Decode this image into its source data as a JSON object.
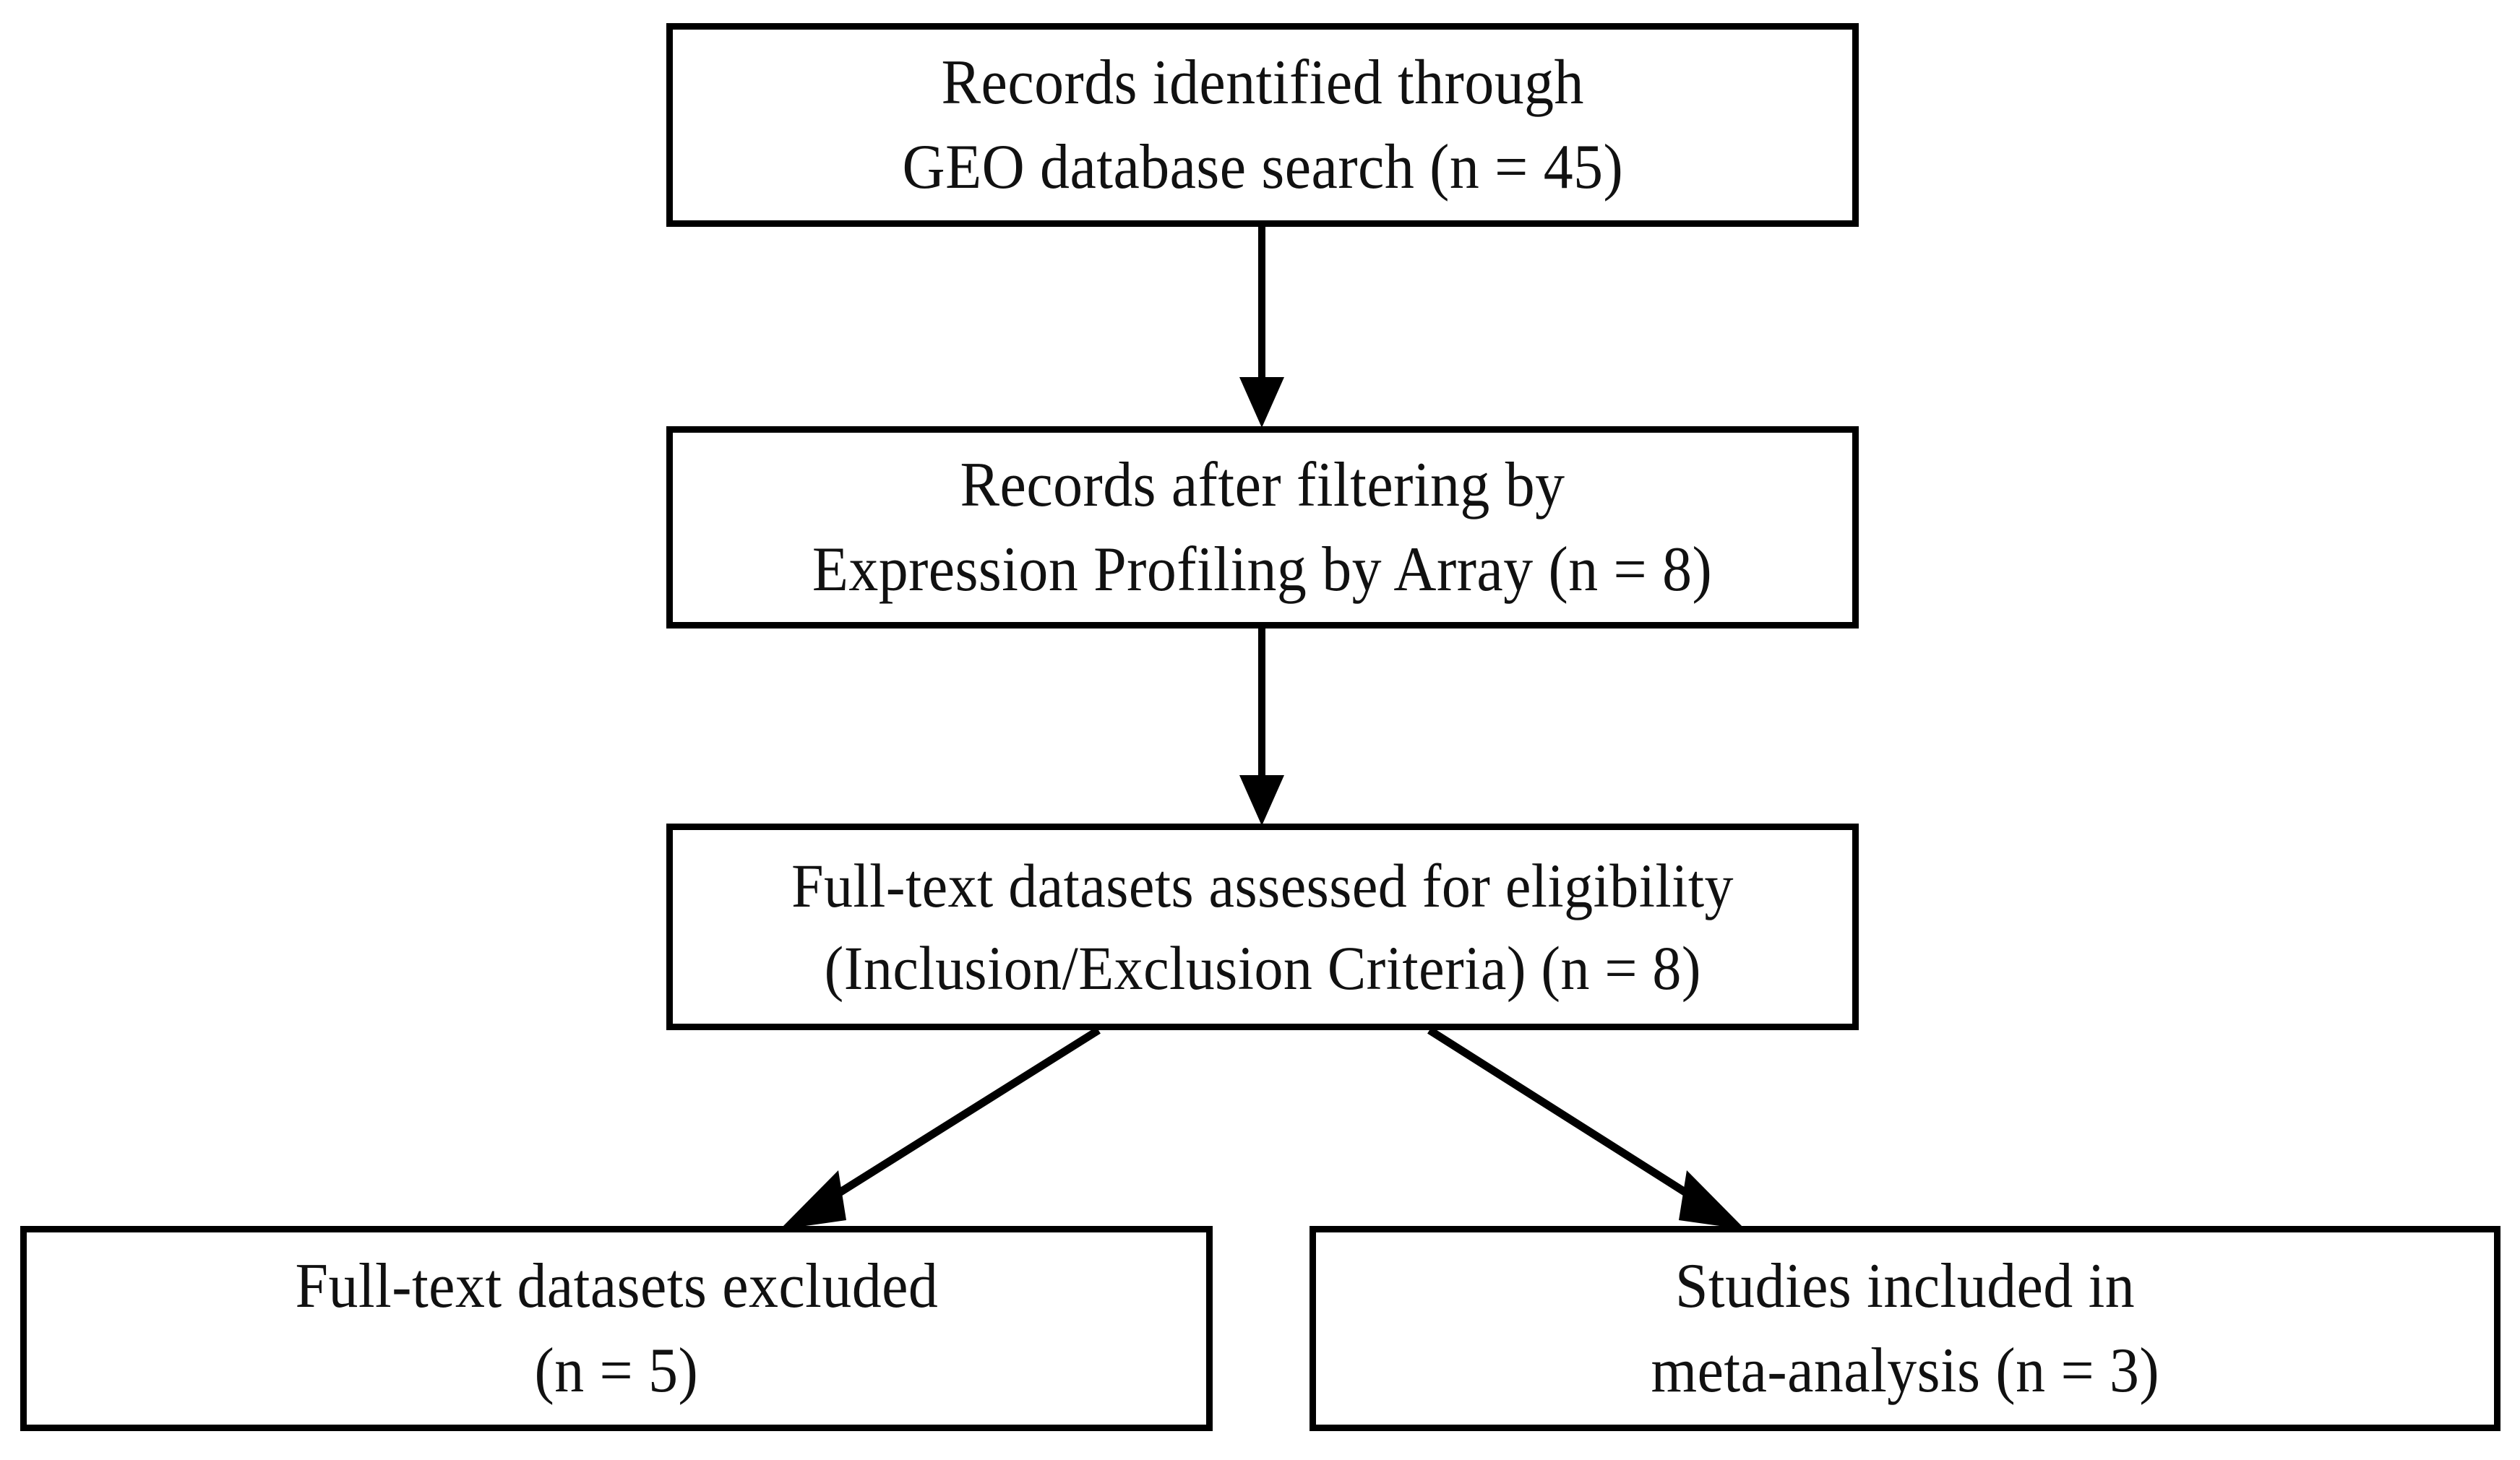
{
  "diagram": {
    "title": "PRISMA study selection flow diagram",
    "type": "flowchart",
    "background_color": "#ffffff",
    "line_color": "#000000",
    "text_color": "#111111",
    "nodes": [
      {
        "id": "identified",
        "line1": "Records identified through",
        "line2": "GEO database search (n = 45)",
        "count": 45
      },
      {
        "id": "filtered",
        "line1": "Records after filtering by",
        "line2": "Expression Profiling by Array (n = 8)",
        "count": 8
      },
      {
        "id": "eligibility",
        "line1": "Full-text datasets assessed for eligibility",
        "line2": "(Inclusion/Exclusion Criteria) (n = 8)",
        "count": 8
      },
      {
        "id": "excluded",
        "line1": "Full-text datasets excluded",
        "line2": "(n = 5)",
        "count": 5
      },
      {
        "id": "included",
        "line1": "Studies included in",
        "line2": "meta-analysis (n = 3)",
        "count": 3
      }
    ],
    "edges": [
      {
        "id": "identified-to-filtered",
        "from": "identified",
        "to": "filtered",
        "style": "solid-arrow-down"
      },
      {
        "id": "filtered-to-eligibility",
        "from": "filtered",
        "to": "eligibility",
        "style": "solid-arrow-down"
      },
      {
        "id": "eligibility-to-excluded",
        "from": "eligibility",
        "to": "excluded",
        "style": "solid-arrow-diagonal-left"
      },
      {
        "id": "eligibility-to-included",
        "from": "eligibility",
        "to": "included",
        "style": "solid-arrow-diagonal-right"
      }
    ]
  }
}
